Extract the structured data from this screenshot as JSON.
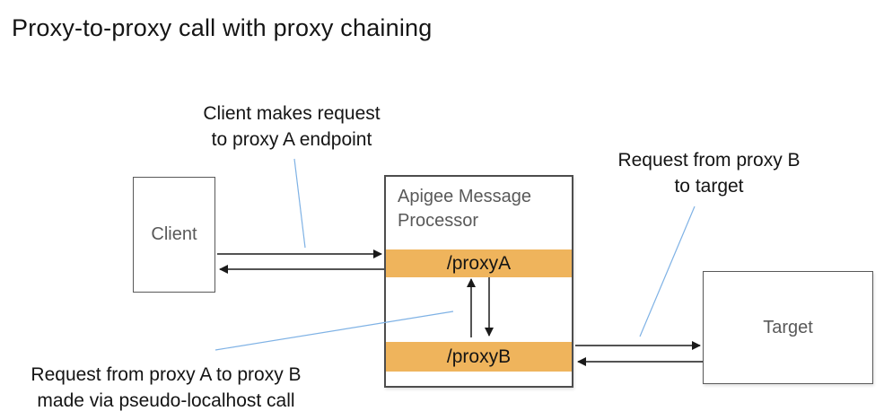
{
  "title": "Proxy-to-proxy call with proxy chaining",
  "colors": {
    "accent_orange": "#EFB45C",
    "callout_blue": "#7FB2E5",
    "box_border": "#595959",
    "muted_text": "#595959",
    "ink": "#141414"
  },
  "nodes": {
    "client": {
      "label": "Client"
    },
    "apigee": {
      "label": "Apigee Message Processor",
      "proxy_a": "/proxyA",
      "proxy_b": "/proxyB"
    },
    "target": {
      "label": "Target"
    }
  },
  "annotations": {
    "client_request": {
      "line1": "Client makes request",
      "line2": "to proxy A endpoint"
    },
    "proxy_b_to_target": {
      "line1": "Request from proxy B",
      "line2": "to target"
    },
    "proxy_a_to_proxy_b": {
      "line1": "Request from proxy A to proxy B",
      "line2": "made via pseudo-localhost call"
    }
  }
}
